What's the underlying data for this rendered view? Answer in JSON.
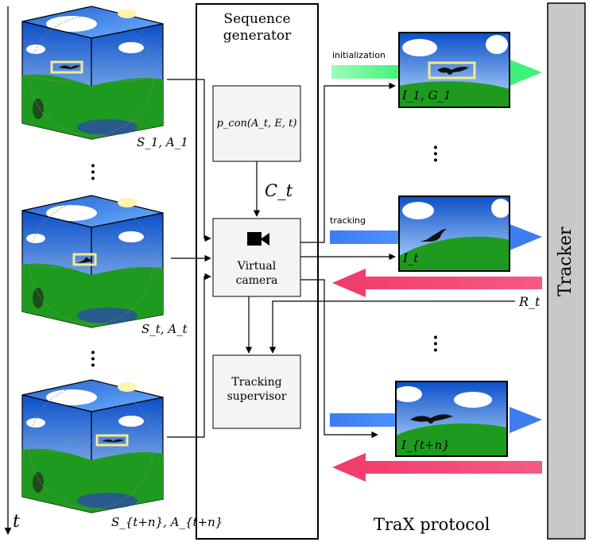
{
  "time_axis_label": "t",
  "cubes": [
    {
      "label": "S_1, A_1"
    },
    {
      "label": "S_t, A_t"
    },
    {
      "label": "S_{t+n}, A_{t+n}"
    }
  ],
  "generator": {
    "title_line1": "Sequence",
    "title_line2": "generator",
    "pcon_label": "p_con(A_t, E, t)",
    "condition_label": "C_t",
    "camera_line1": "Virtual",
    "camera_line2": "camera",
    "supervisor_line1": "Tracking",
    "supervisor_line2": "supervisor"
  },
  "frames": [
    {
      "label": "I_1, G_1",
      "arrow_label": "initialization"
    },
    {
      "label": "I_t",
      "arrow_label": "tracking"
    },
    {
      "label": "I_{t+n}",
      "arrow_label": ""
    }
  ],
  "result_label": "R_t",
  "protocol_label": "TraX protocol",
  "tracker_label": "Tracker",
  "colors": {
    "sky_top": "#0b4fc8",
    "sky_bottom": "#bfe0ff",
    "grass": "#1e9b1e",
    "init_arrow": "#3ff07a",
    "track_arrow": "#3d7df0",
    "result_arrow": "#f23a6a",
    "tracker_bar": "#c8c8c8",
    "bbox": "#f0ec8c"
  }
}
